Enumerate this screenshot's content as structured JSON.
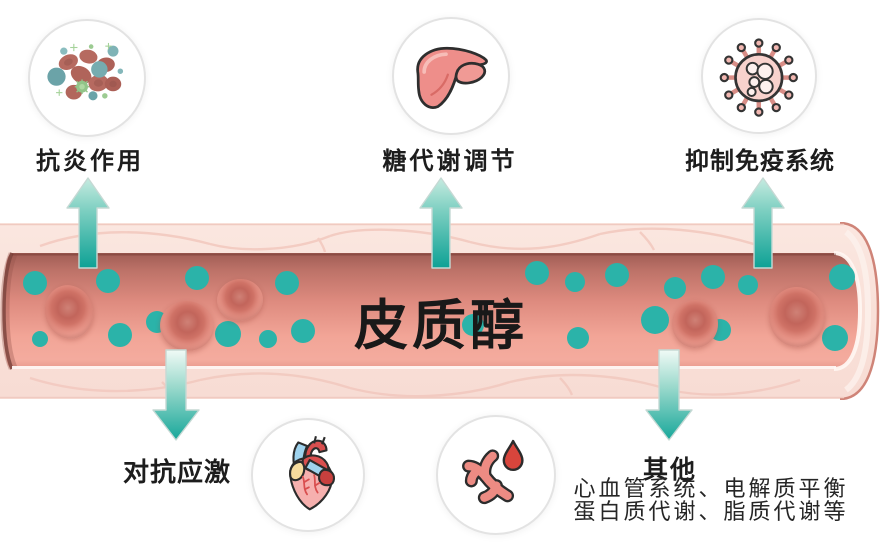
{
  "diagram_title": "皮质醇",
  "top_items": [
    {
      "label": "抗炎作用",
      "icon": "blood-cells"
    },
    {
      "label": "糖代谢调节",
      "icon": "liver"
    },
    {
      "label": "抑制免疫系统",
      "icon": "virus"
    }
  ],
  "bottom_items": [
    {
      "label": "对抗应激",
      "icon": "heart"
    },
    {
      "label": "其他",
      "icon": "blood-vessel-drop",
      "sublines": [
        "心血管系统、电解质平衡",
        "蛋白质代谢、脂质代谢等"
      ]
    }
  ],
  "colors": {
    "cortisol_dot": "#2bb3a9",
    "arrow_teal": "#12a79b",
    "vessel_wall": "#f9e2da",
    "vessel_lumen_dark": "#a05d55",
    "vessel_lumen_light": "#f4aa9d",
    "label_text": "#1d1d1d"
  }
}
